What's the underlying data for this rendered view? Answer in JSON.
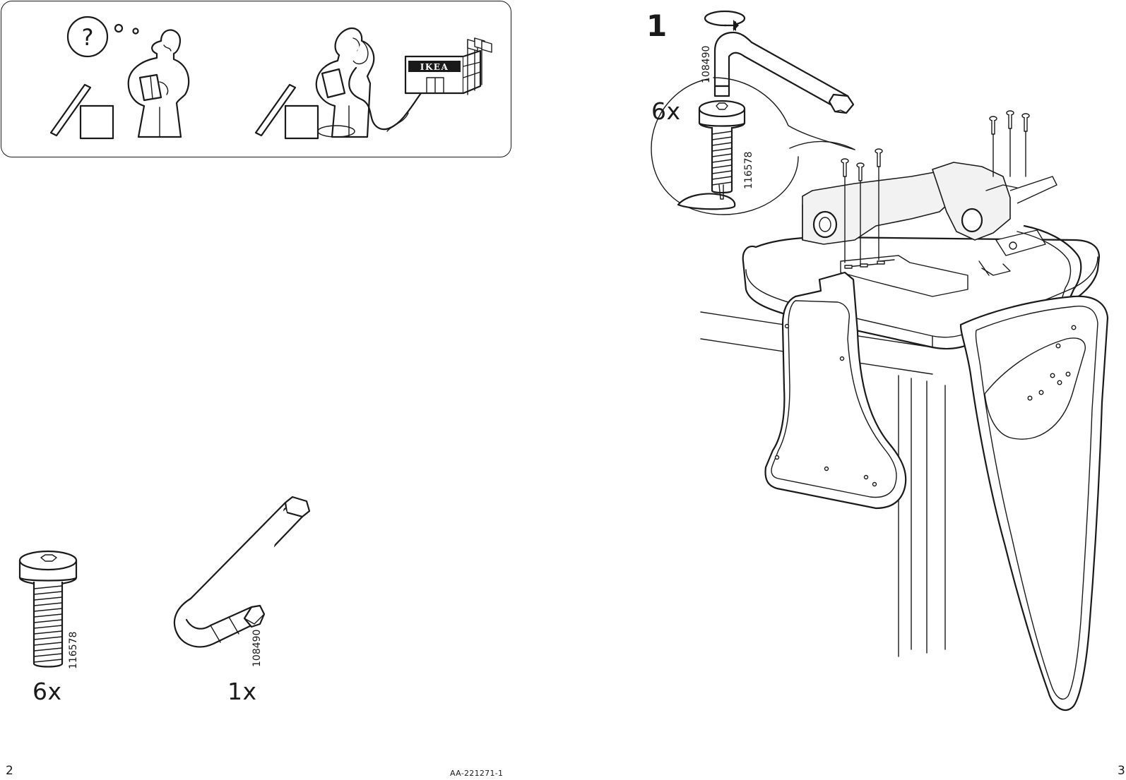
{
  "help_panel": {
    "store_sign": "IKEA"
  },
  "parts": [
    {
      "quantity": "6x",
      "part_number": "116578",
      "icon": "screw-icon"
    },
    {
      "quantity": "1x",
      "part_number": "108490",
      "icon": "allen-key-icon"
    }
  ],
  "step": {
    "number": "1",
    "callout_quantity": "6x",
    "callout_screw_part_number": "116578",
    "callout_key_part_number": "108490",
    "icon": "rotate-clockwise-icon"
  },
  "footer": {
    "left_page_number": "2",
    "right_page_number": "3",
    "document_code": "AA-221271-1"
  },
  "colors": {
    "ink": "#1a1a1a",
    "paper": "#ffffff"
  }
}
